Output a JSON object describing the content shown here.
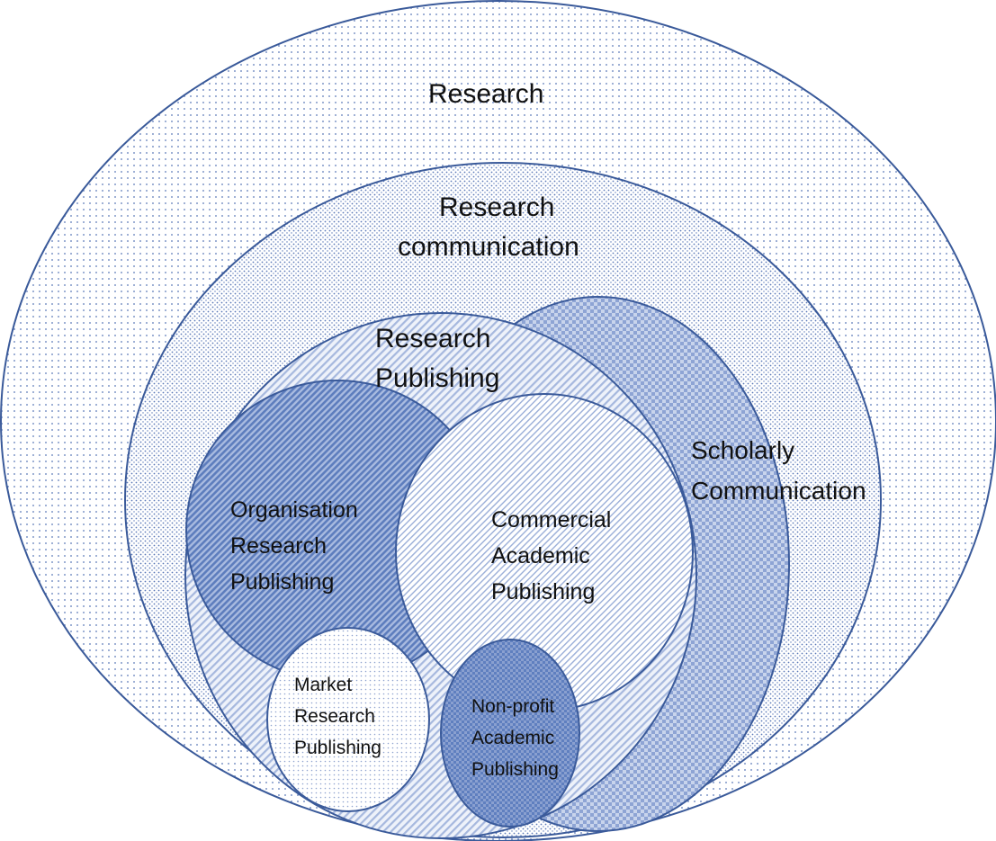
{
  "diagram": {
    "colors": {
      "outline": "#3a5a9a",
      "dots": "#5a78b8",
      "dark_fill": "#7f99cf",
      "medium_fill": "#a8bade",
      "background": "#ffffff"
    },
    "regions": {
      "research": {
        "lines": [
          "Research"
        ]
      },
      "research_communication": {
        "lines": [
          "Research",
          "communication"
        ]
      },
      "scholarly_communication": {
        "lines": [
          "Scholarly",
          "Communication"
        ]
      },
      "research_publishing": {
        "lines": [
          "Research",
          "Publishing"
        ]
      },
      "organisation_research_publishing": {
        "lines": [
          "Organisation",
          "Research",
          "Publishing"
        ]
      },
      "commercial_academic_publishing": {
        "lines": [
          "Commercial",
          "Academic",
          "Publishing"
        ]
      },
      "market_research_publishing": {
        "lines": [
          "Market",
          "Research",
          "Publishing"
        ]
      },
      "nonprofit_academic_publishing": {
        "lines": [
          "Non-profit",
          "Academic",
          "Publishing"
        ]
      }
    }
  }
}
